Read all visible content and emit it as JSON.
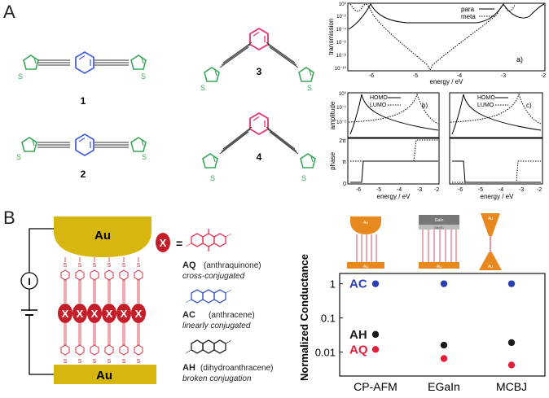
{
  "panelA": {
    "letter": "A",
    "molecules": [
      {
        "number": "1"
      },
      {
        "number": "2"
      },
      {
        "number": "3"
      },
      {
        "number": "4"
      }
    ],
    "sulfur_label": "S",
    "plot_a": {
      "panel_label": "a)",
      "ylabel": "transmission",
      "xlabel": "energy / eV",
      "yticks": [
        "10⁰",
        "10⁻²",
        "10⁻⁴",
        "10⁻⁶",
        "10⁻⁸",
        "10⁻¹⁰"
      ],
      "xticks": [
        "-6",
        "-5",
        "-4",
        "-3",
        "-2"
      ],
      "legend": [
        {
          "name": "para",
          "style": "solid"
        },
        {
          "name": "meta",
          "style": "dotted"
        }
      ]
    },
    "plot_b": {
      "panel_label": "b)",
      "amp_ylabel": "amplitude",
      "phase_ylabel": "phase",
      "xlabel": "energy / eV",
      "amp_yticks": [
        "10⁰",
        "10⁻¹",
        "10⁻²"
      ],
      "phase_yticks": [
        "2π",
        "π",
        "0"
      ],
      "xticks": [
        "-6",
        "-5",
        "-4",
        "-3",
        "-2"
      ],
      "legend": [
        {
          "name": "HOMO",
          "style": "solid"
        },
        {
          "name": "LUMO",
          "style": "dotted"
        }
      ]
    },
    "plot_c": {
      "panel_label": "c)",
      "xlabel": "energy / eV",
      "xticks": [
        "-6",
        "-5",
        "-4",
        "-3",
        "-2"
      ],
      "legend": [
        {
          "name": "HOMO",
          "style": "solid"
        },
        {
          "name": "LUMO",
          "style": "dotted"
        }
      ]
    }
  },
  "panelB": {
    "letter": "B",
    "electrode_top": "Au",
    "electrode_bottom": "Au",
    "current_symbol": "I",
    "x_symbol": "X",
    "equals": "=",
    "linker_letter": "S",
    "molecules": [
      {
        "abbr": "AQ",
        "name": "(anthraquinone)",
        "desc": "cross-conjugated",
        "color": "#e8344e"
      },
      {
        "abbr": "AC",
        "name": "(anthracene)",
        "desc": "linearly conjugated",
        "color": "#3a55c8"
      },
      {
        "abbr": "AH",
        "name": "(dihydroanthracene)",
        "desc": "broken conjugation",
        "color": "#222222"
      }
    ],
    "junction_labels": {
      "egain_top": "GaIn",
      "egain_oxide": "Ga₂O₃",
      "au": "Au"
    },
    "chart_data": {
      "type": "scatter",
      "ylabel": "Normalized Conductance",
      "yscale": "log",
      "ylim": [
        0.002,
        2
      ],
      "yticks": [
        "1",
        "0.1",
        "0.01"
      ],
      "categories": [
        "CP-AFM",
        "EGaIn",
        "MCBJ"
      ],
      "series": [
        {
          "name": "AC",
          "color": "#2b3fb5",
          "values": [
            1,
            1,
            1
          ]
        },
        {
          "name": "AH",
          "color": "#1a1a1a",
          "values": [
            0.033,
            0.016,
            0.019
          ]
        },
        {
          "name": "AQ",
          "color": "#e41e3a",
          "values": [
            0.012,
            0.0065,
            0.0042
          ]
        }
      ]
    }
  }
}
